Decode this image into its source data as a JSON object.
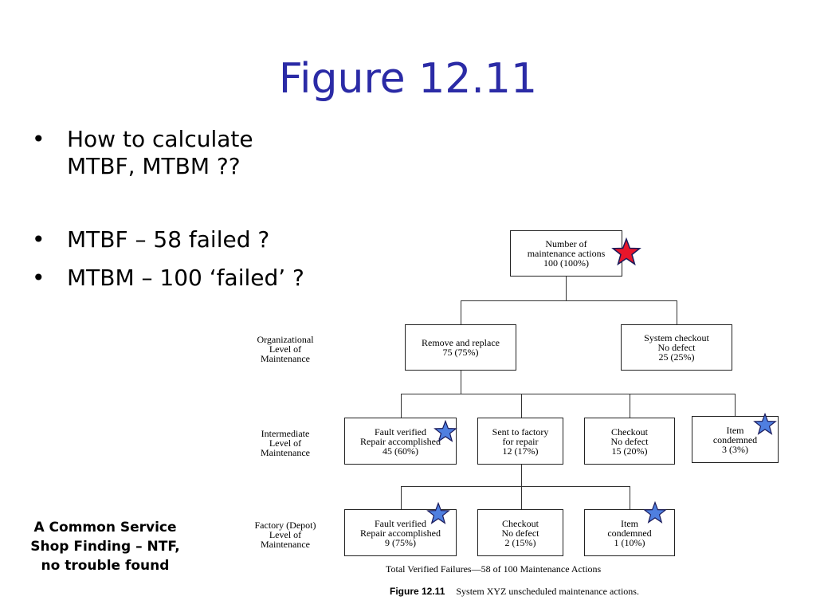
{
  "title": "Figure 12.11",
  "bullets": [
    {
      "bullet": "•",
      "text": "How to calculate\nMTBF, MTBM ??"
    },
    {
      "bullet": "•",
      "text": "MTBF – 58 failed ?"
    },
    {
      "bullet": "•",
      "text": "MTBM – 100 ‘failed’ ?"
    }
  ],
  "note": "A Common Service\nShop Finding – NTF,\nno trouble found",
  "diagram": {
    "levels": {
      "organizational": "Organizational\nLevel of\nMaintenance",
      "intermediate": "Intermediate\nLevel of\nMaintenance",
      "factory": "Factory (Depot)\nLevel of\nMaintenance"
    },
    "root": "Number of\nmaintenance actions\n100 (100%)",
    "org": {
      "remove_replace": "Remove and replace\n75 (75%)",
      "system_checkout": "System checkout\nNo defect\n25 (25%)"
    },
    "intermediate": {
      "fault_verified": "Fault verified\nRepair accomplished\n45 (60%)",
      "sent_to_factory": "Sent to factory\nfor repair\n12 (17%)",
      "checkout": "Checkout\nNo defect\n15 (20%)",
      "item_condemned": "Item\ncondemned\n3 (3%)"
    },
    "factory": {
      "fault_verified": "Fault verified\nRepair accomplished\n9 (75%)",
      "checkout": "Checkout\nNo defect\n2 (15%)",
      "item_condemned": "Item\ncondemned\n1 (10%)"
    },
    "total_line": "Total Verified Failures—58 of 100 Maintenance Actions",
    "figure_label": "Figure 12.11",
    "figure_caption": "System XYZ unscheduled maintenance actions.",
    "star_colors": {
      "red": "#e8162b",
      "blue": "#4f7fe0",
      "stroke": "#1a1a5a"
    }
  }
}
